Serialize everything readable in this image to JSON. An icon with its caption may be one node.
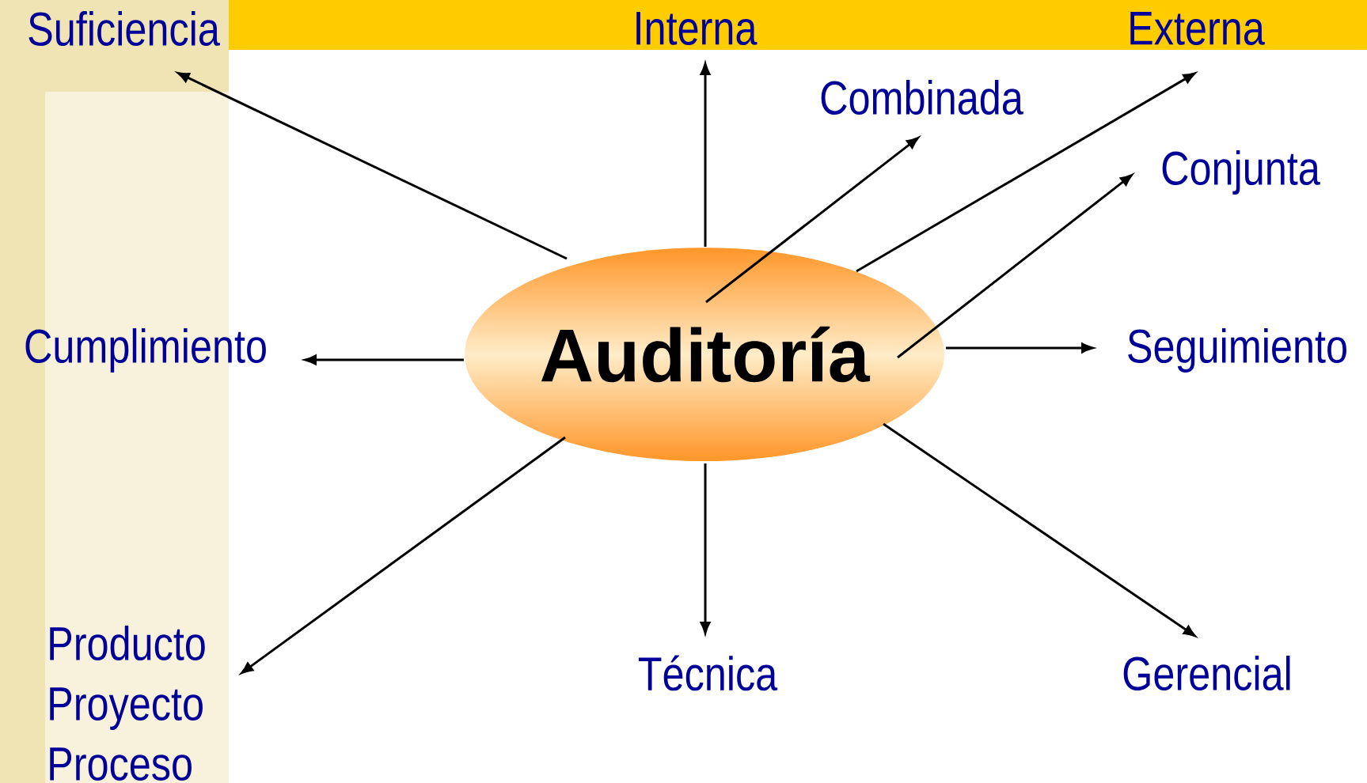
{
  "diagram": {
    "nodes": [
      {
        "text": [
          "Auditoría"
        ]
      },
      {
        "text": [
          "Suficiencia"
        ]
      },
      {
        "text": [
          "Interna"
        ]
      },
      {
        "text": [
          "Externa"
        ]
      },
      {
        "text": [
          "Combinada"
        ]
      },
      {
        "text": [
          "Conjunta"
        ]
      },
      {
        "text": [
          "Cumplimiento"
        ]
      },
      {
        "text": [
          "Seguimiento"
        ]
      },
      {
        "text": [
          "Producto",
          "Proyecto",
          "Proceso"
        ]
      },
      {
        "text": [
          "Técnica"
        ]
      },
      {
        "text": [
          "Gerencial"
        ]
      }
    ],
    "edges": [
      {
        "from": 0,
        "to": 1,
        "arrow": "to"
      },
      {
        "from": 0,
        "to": 2,
        "arrow": "to"
      },
      {
        "from": 0,
        "to": 3,
        "arrow": "to"
      },
      {
        "from": 0,
        "to": 4,
        "arrow": "to"
      },
      {
        "from": 0,
        "to": 5,
        "arrow": "to"
      },
      {
        "from": 0,
        "to": 6,
        "arrow": "to"
      },
      {
        "from": 0,
        "to": 7,
        "arrow": "to"
      },
      {
        "from": 0,
        "to": 8,
        "arrow": "to"
      },
      {
        "from": 0,
        "to": 9,
        "arrow": "to"
      },
      {
        "from": 0,
        "to": 10,
        "arrow": "to"
      }
    ]
  }
}
